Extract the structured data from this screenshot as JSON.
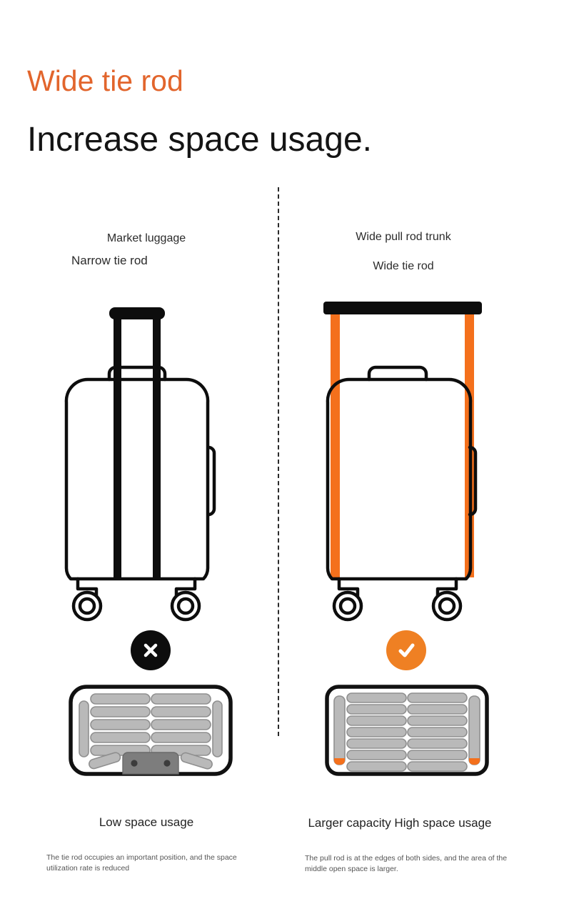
{
  "colors": {
    "title_orange": "#e2652c",
    "rod_orange": "#f4701c",
    "badge_orange": "#ef8023",
    "black": "#0d0d0d",
    "roll_gray": "#b9b9b9",
    "roll_stroke": "#8f8f8f",
    "handle_box_gray": "#7d7d7d",
    "background": "#ffffff"
  },
  "heading": {
    "kicker": "Wide tie rod",
    "main": "Increase space usage."
  },
  "left_column": {
    "title": "Market luggage",
    "subtitle": "Narrow tie rod",
    "badge_icon": "cross-icon",
    "result_label": "Low space usage",
    "description": "The tie rod occupies an important position, and the space utilization rate is reduced",
    "interior": {
      "rows": 5,
      "columns": 2,
      "side_strips": 2,
      "angled_items": 2,
      "handle_box_dots": 2
    }
  },
  "right_column": {
    "title": "Wide pull rod trunk",
    "subtitle": "Wide tie rod",
    "badge_icon": "check-icon",
    "result_label": "Larger capacity High space usage",
    "description": "The pull rod is at the edges of both sides, and the area of the middle open space is larger.",
    "interior": {
      "rows": 7,
      "columns": 2,
      "side_strips": 2,
      "orange_caps": 2
    }
  }
}
